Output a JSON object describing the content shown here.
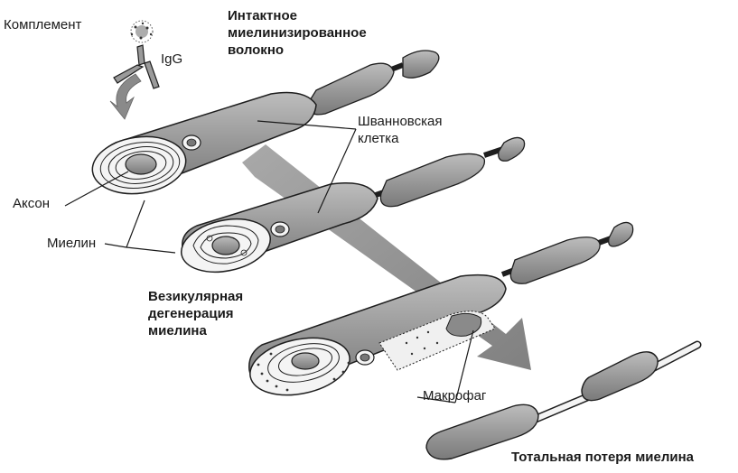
{
  "labels": {
    "complement": "Комплемент",
    "igg": "IgG",
    "intact_fiber": [
      "Интактное",
      "миелинизированное",
      "волокно"
    ],
    "schwann_cell": [
      "Шванновская",
      "клетка"
    ],
    "axon": "Аксон",
    "myelin": "Миелин",
    "vesicular_degeneration": [
      "Везикулярная",
      "дегенерация",
      "миелина"
    ],
    "macrophage": "Макрофаг",
    "total_myelin_loss": "Тотальная потеря миелина"
  },
  "colors": {
    "cell_fill": "#9a9a9a",
    "cell_dark": "#6e6e6e",
    "outline": "#1e1e1e",
    "arrow": "#7c7c7c",
    "myelin_fill": "#f4f4f4",
    "text": "#1a1a1a"
  }
}
